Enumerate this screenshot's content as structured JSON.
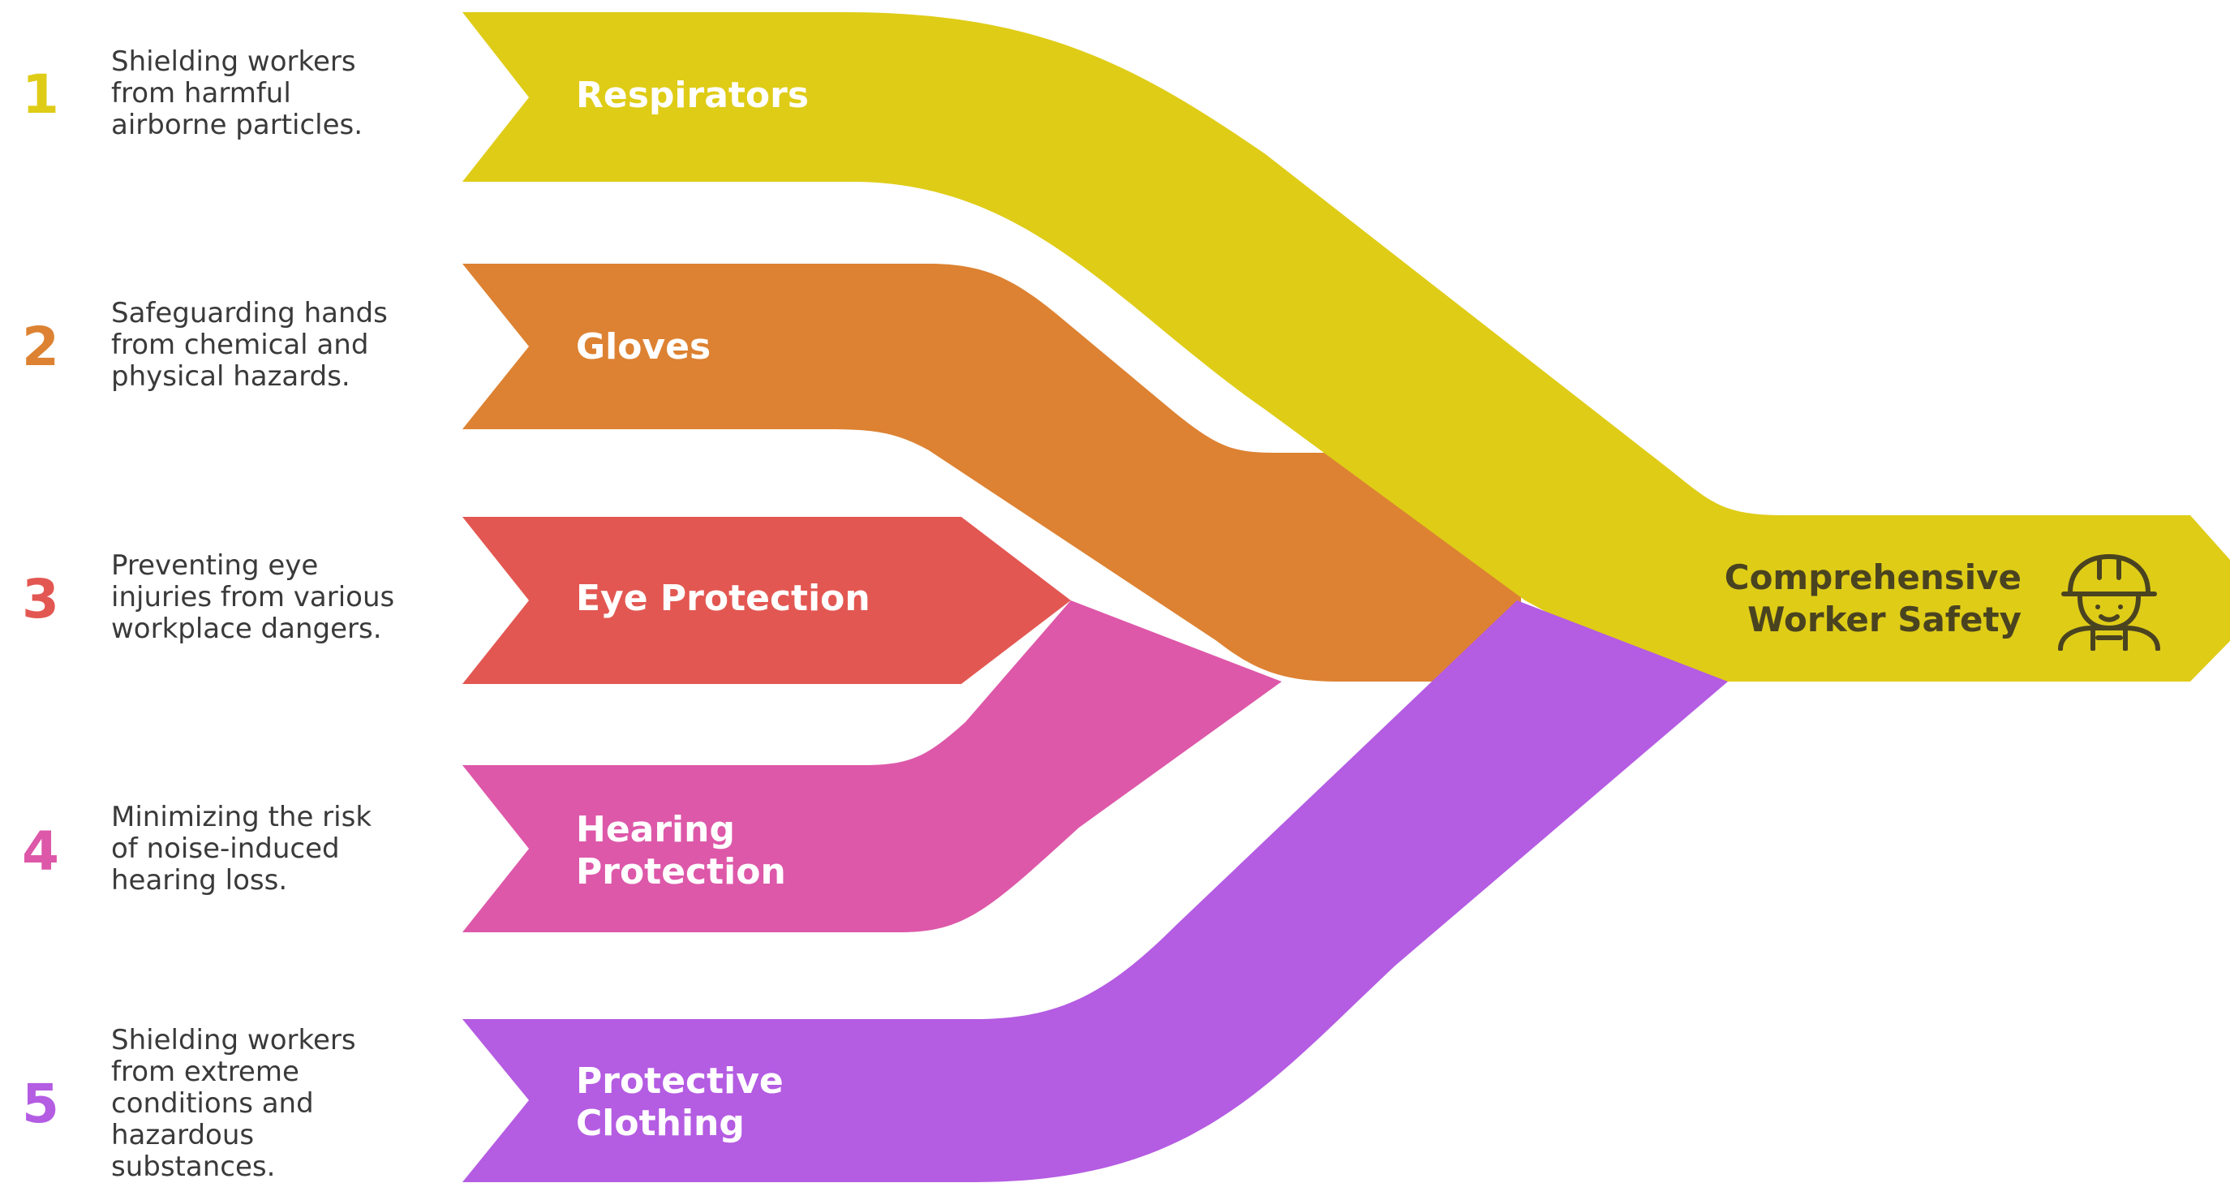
{
  "target": {
    "lines": [
      "Comprehensive",
      "Worker Safety"
    ],
    "color": "#dfcc17",
    "icon": "worker-helmet-icon"
  },
  "items": [
    {
      "number": "1",
      "label_lines": [
        "Respirators"
      ],
      "description_lines": [
        "Shielding workers",
        "from harmful",
        "airborne particles."
      ],
      "color": "#dfcc17"
    },
    {
      "number": "2",
      "label_lines": [
        "Gloves"
      ],
      "description_lines": [
        "Safeguarding hands",
        "from chemical and",
        "physical hazards."
      ],
      "color": "#dd8232"
    },
    {
      "number": "3",
      "label_lines": [
        "Eye Protection"
      ],
      "description_lines": [
        "Preventing eye",
        "injuries from various",
        "workplace dangers."
      ],
      "color": "#e35752"
    },
    {
      "number": "4",
      "label_lines": [
        "Hearing",
        "Protection"
      ],
      "description_lines": [
        "Minimizing the risk",
        "of noise-induced",
        "hearing loss."
      ],
      "color": "#dd58a9"
    },
    {
      "number": "5",
      "label_lines": [
        "Protective",
        "Clothing"
      ],
      "description_lines": [
        "Shielding workers",
        "from extreme",
        "conditions and",
        "hazardous",
        "substances."
      ],
      "color": "#b45ce2"
    }
  ]
}
